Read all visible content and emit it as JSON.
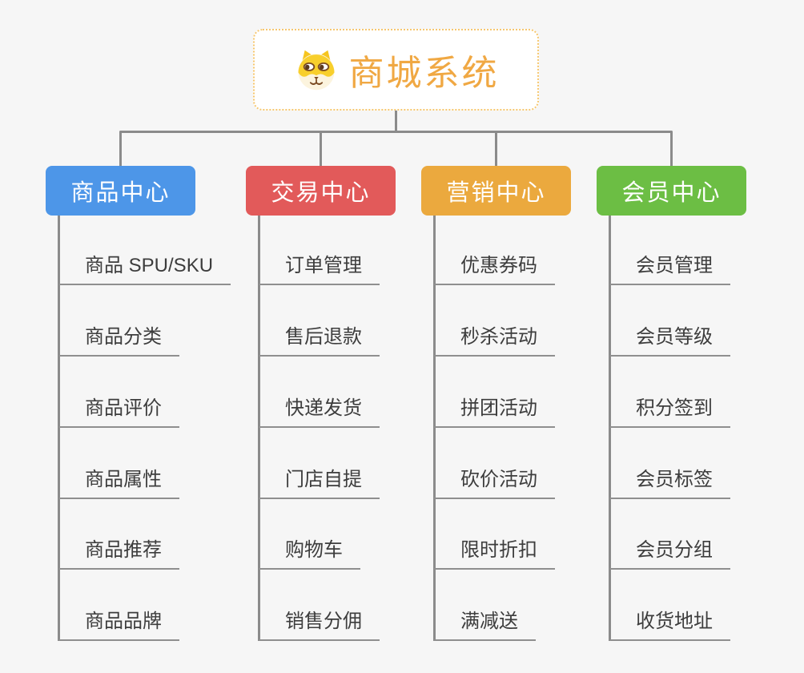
{
  "root": {
    "title": "商城系统",
    "icon": "shiba-dog-icon",
    "title_color": "#F0A843",
    "border_color": "#F6C76F"
  },
  "branches": [
    {
      "label": "商品中心",
      "color": "#4D96E8",
      "items": [
        "商品 SPU/SKU",
        "商品分类",
        "商品评价",
        "商品属性",
        "商品推荐",
        "商品品牌"
      ]
    },
    {
      "label": "交易中心",
      "color": "#E25A5A",
      "items": [
        "订单管理",
        "售后退款",
        "快递发货",
        "门店自提",
        "购物车",
        "销售分佣"
      ]
    },
    {
      "label": "营销中心",
      "color": "#EBA93E",
      "items": [
        "优惠券码",
        "秒杀活动",
        "拼团活动",
        "砍价活动",
        "限时折扣",
        "满减送"
      ]
    },
    {
      "label": "会员中心",
      "color": "#6CBE44",
      "items": [
        "会员管理",
        "会员等级",
        "积分签到",
        "会员标签",
        "会员分组",
        "收货地址"
      ]
    }
  ],
  "connector_color": "#8B8B8B",
  "background_color": "#F6F6F6"
}
